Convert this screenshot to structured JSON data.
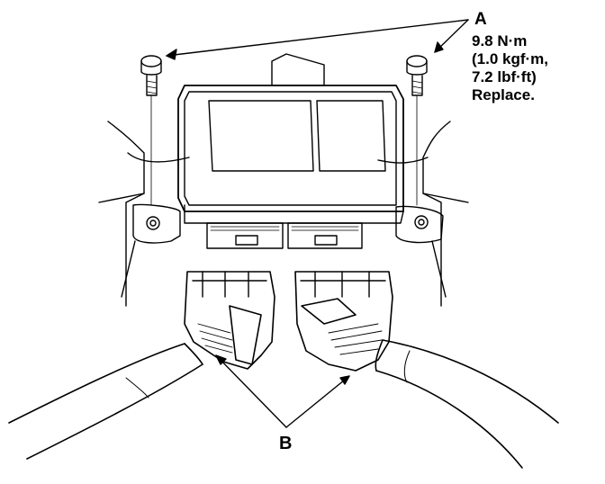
{
  "labels": {
    "a": "A",
    "b": "B"
  },
  "spec": {
    "torque_nm": "9.8 N·m",
    "torque_kgf": "(1.0 kgf·m,",
    "torque_lbf": "7.2 lbf·ft)",
    "note": "Replace."
  },
  "colors": {
    "ink": "#000000",
    "paper": "#ffffff"
  }
}
